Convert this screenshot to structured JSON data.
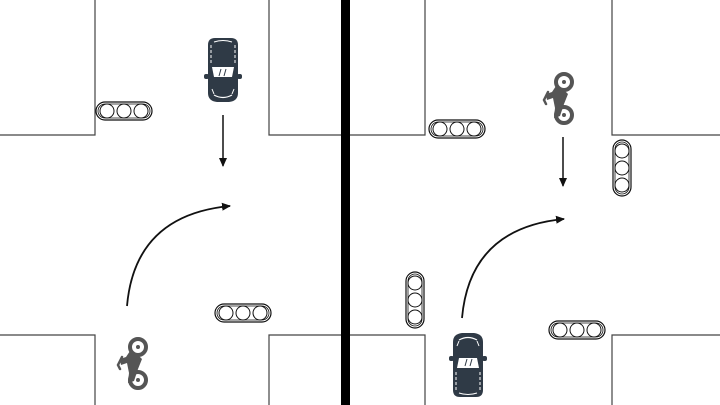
{
  "diagram": {
    "type": "traffic-intersection-scenarios",
    "colors": {
      "background": "#ffffff",
      "road_edge": "#333333",
      "divider": "#000000",
      "car": "#2f3a46",
      "motorcycle": "#555555",
      "arrow": "#111111",
      "signal_outline": "#111111"
    },
    "scenes": [
      {
        "id": "left-scene",
        "vehicles": [
          {
            "kind": "car",
            "icon": "car-top-view-icon",
            "heading": "down",
            "motion": "straight"
          },
          {
            "kind": "motorcycle",
            "icon": "motorcycle-icon",
            "heading": "up",
            "motion": "right-turn"
          }
        ],
        "signals": [
          {
            "orientation": "horizontal",
            "lamps": 3
          },
          {
            "orientation": "horizontal",
            "lamps": 3
          }
        ]
      },
      {
        "id": "right-scene",
        "vehicles": [
          {
            "kind": "motorcycle",
            "icon": "motorcycle-icon",
            "heading": "down",
            "motion": "straight"
          },
          {
            "kind": "car",
            "icon": "car-top-view-icon",
            "heading": "up",
            "motion": "right-turn"
          }
        ],
        "signals": [
          {
            "orientation": "horizontal",
            "lamps": 3
          },
          {
            "orientation": "vertical",
            "lamps": 3
          },
          {
            "orientation": "vertical",
            "lamps": 3
          },
          {
            "orientation": "horizontal",
            "lamps": 3
          }
        ]
      }
    ]
  }
}
